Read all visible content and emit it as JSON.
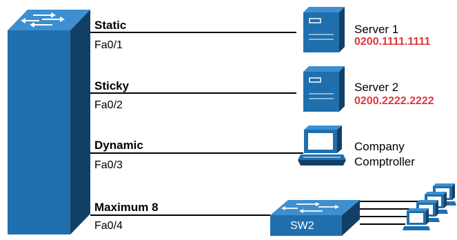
{
  "switch_ports": [
    {
      "mode": "Static",
      "interface": "Fa0/1"
    },
    {
      "mode": "Sticky",
      "interface": "Fa0/2"
    },
    {
      "mode": "Dynamic",
      "interface": "Fa0/3"
    },
    {
      "mode": "Maximum 8",
      "interface": "Fa0/4"
    }
  ],
  "devices": [
    {
      "name": "Server 1",
      "mac": "0200.1111.1111",
      "icon": "server-icon"
    },
    {
      "name": "Server 2",
      "mac": "0200.2222.2222",
      "icon": "server-icon"
    },
    {
      "name_line1": "Company",
      "name_line2": "Comptroller",
      "icon": "workstation-icon"
    },
    {
      "name": "SW2",
      "icon": "switch-icon"
    }
  ],
  "colors": {
    "switch_body": "#1f6fae",
    "switch_top": "#3d8fd0",
    "mac_text": "#e0363a",
    "link": "#000000"
  }
}
